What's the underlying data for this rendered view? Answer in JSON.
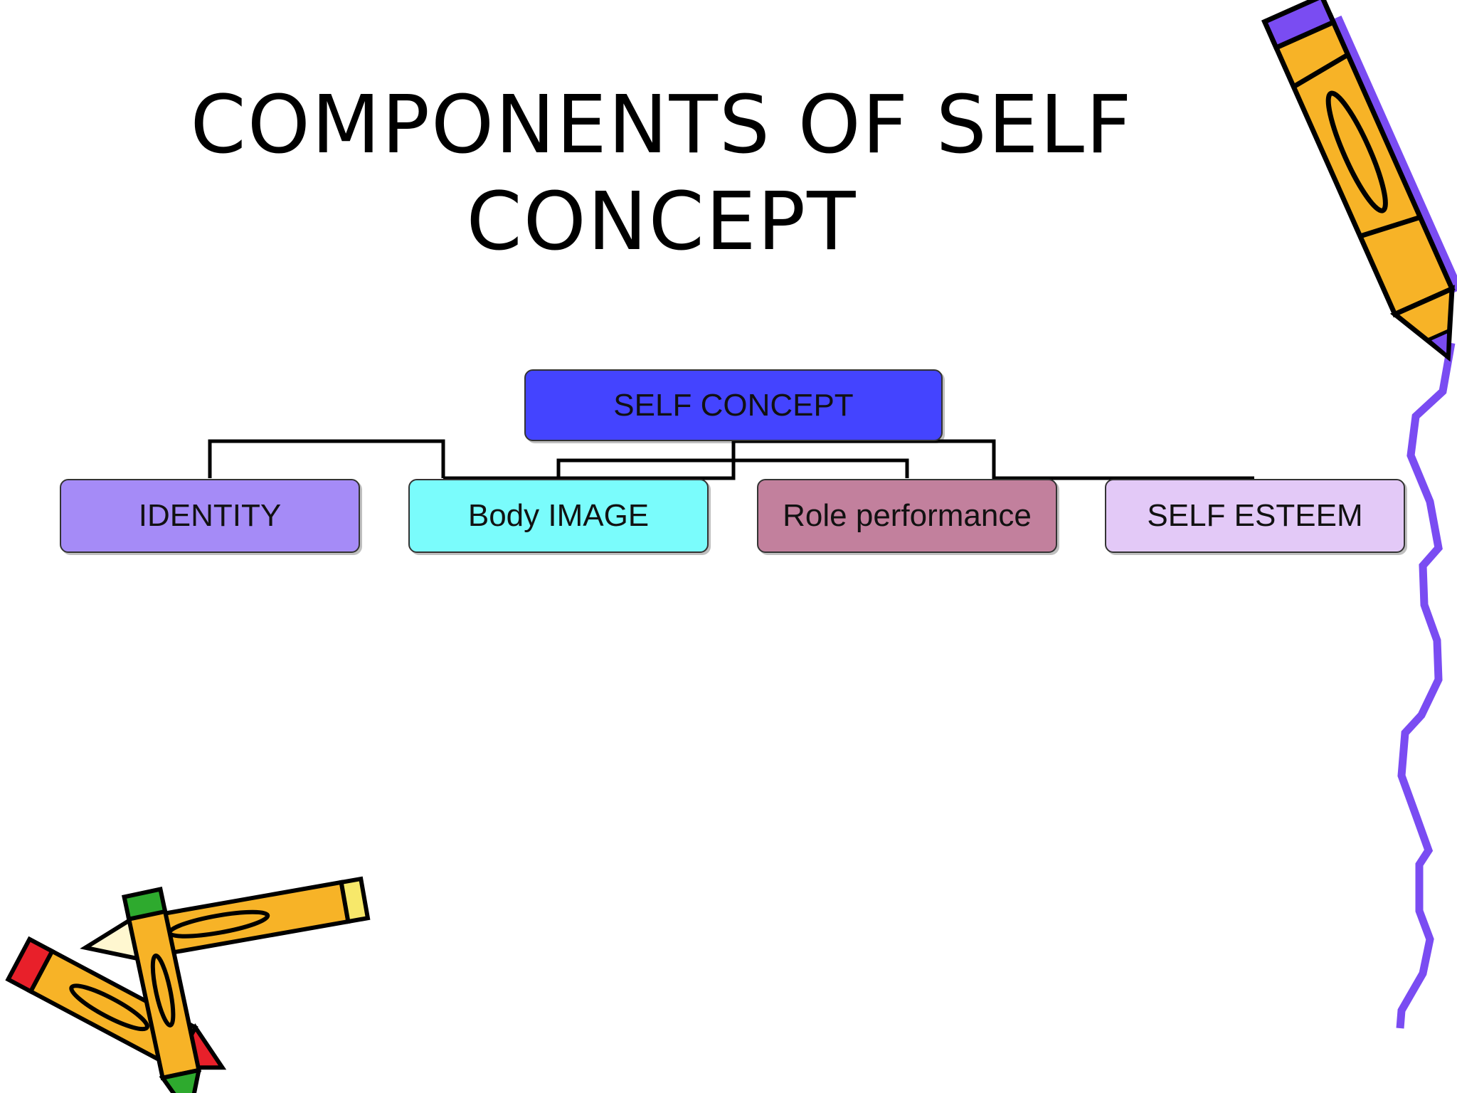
{
  "slide": {
    "title_line1": "COMPONENTS OF SELF",
    "title_line2": "CONCEPT"
  },
  "diagram": {
    "root": {
      "label": "SELF CONCEPT",
      "color": "#4444ff"
    },
    "children": [
      {
        "label": "IDENTITY",
        "color": "#a58bf7"
      },
      {
        "label": "Body IMAGE",
        "color": "#7afcfc"
      },
      {
        "label": "Role performance",
        "color": "#c2809d"
      },
      {
        "label": "SELF ESTEEM",
        "color": "#e3c9f7"
      }
    ]
  },
  "decorations": {
    "pencil_top_right": "pencil-icon",
    "pencils_bottom_left": "crossed-pencils-icon",
    "squiggle_right": "purple-zigzag-line",
    "accent_purple": "#7a4cf2",
    "accent_orange": "#f7b327"
  }
}
